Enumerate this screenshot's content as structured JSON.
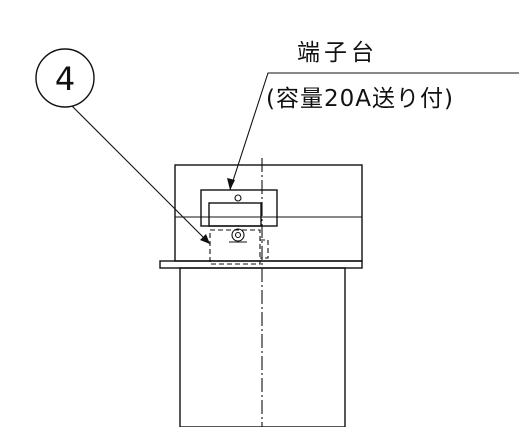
{
  "callout": {
    "number": "4"
  },
  "terminal_label": {
    "title": "端子台",
    "spec": "(容量20A送り付)"
  }
}
